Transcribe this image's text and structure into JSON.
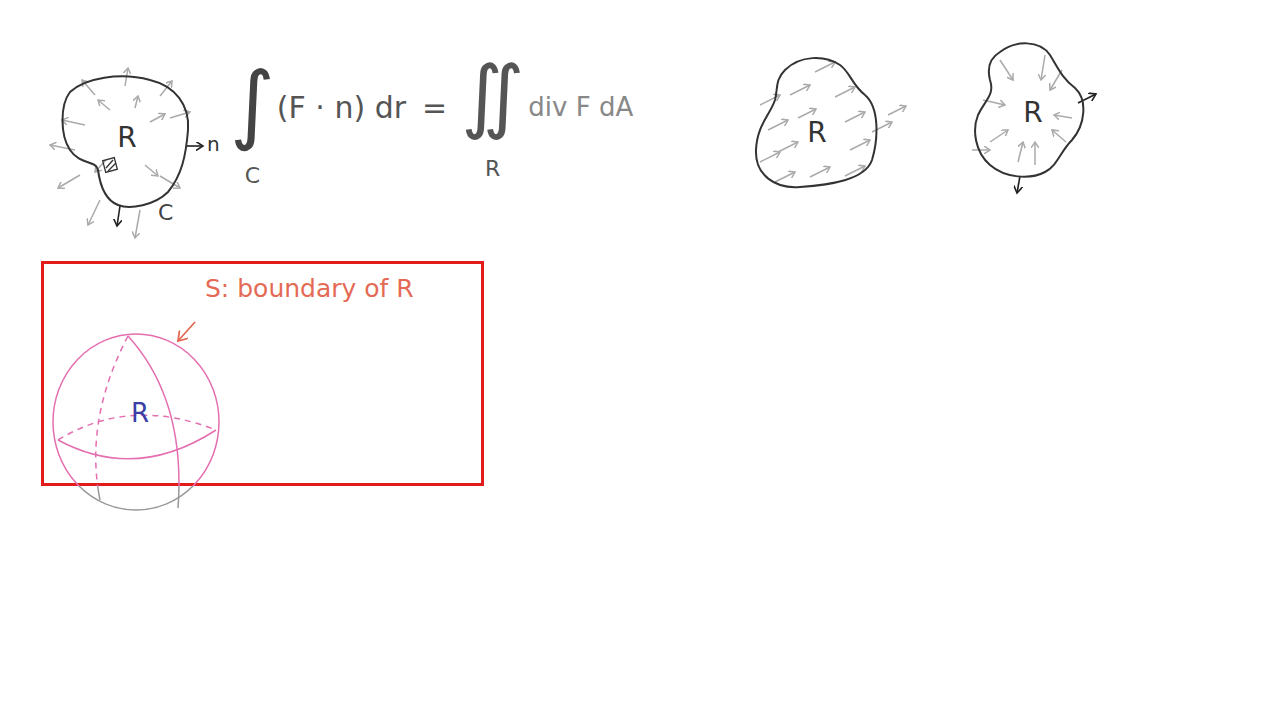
{
  "diagram": {
    "nodes": [
      {
        "text": [
          "R"
        ]
      },
      {
        "text": [
          "R"
        ]
      },
      {
        "text": [
          "R"
        ]
      },
      {
        "text": [
          "S: boundary of R"
        ]
      },
      {
        "text": [
          "R"
        ],
        "in": 3
      }
    ],
    "labels": [
      "n",
      "C",
      "∫",
      "(F · n) dr",
      "=",
      "∬",
      "div F dA",
      "C",
      "R"
    ]
  }
}
